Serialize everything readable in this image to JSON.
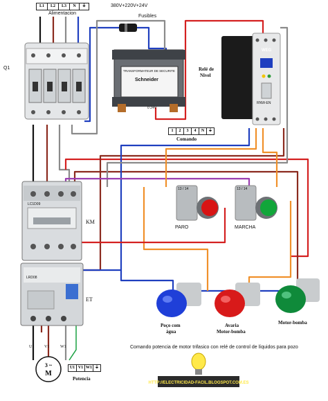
{
  "supply": {
    "terminals": [
      "L1",
      "L2",
      "L3",
      "N",
      "⏚"
    ],
    "caption": "Alimentacion",
    "voltage": "380V+220V+24V"
  },
  "fuse_label": "Fusibles",
  "breaker_label": "Q1",
  "transformer": {
    "title": "TRANSFORMATEUR DE SECURITE",
    "brand": "Schneider",
    "out_label": "0 24V"
  },
  "relay": {
    "label_line1": "Relé de",
    "label_line2": "Nivel",
    "brand": "WEG",
    "model": "RNW-EN"
  },
  "control": {
    "terminals": [
      "1",
      "2",
      "3",
      "4",
      "N",
      "⏚"
    ],
    "caption": "Comando"
  },
  "contactor": {
    "label": "KM",
    "model": "LC1D09"
  },
  "overload": {
    "label": "ET",
    "model": "LRD08"
  },
  "buttons": [
    {
      "label": "PARO",
      "color": "#d81414",
      "contacts": "13 / 14"
    },
    {
      "label": "MARCHA",
      "color": "#12a63a",
      "contacts": "13 / 14"
    }
  ],
  "lamps": [
    {
      "label_line1": "Poço com",
      "label_line2": "água",
      "color": "#1f3fd8"
    },
    {
      "label_line1": "Avaria",
      "label_line2": "Motor-bomba",
      "color": "#d81a1a"
    },
    {
      "label_line1": "Motor-bomba",
      "label_line2": "",
      "color": "#0f8a3a"
    }
  ],
  "motor": {
    "symbol": "3 ~",
    "letter": "M",
    "phases": [
      "U1",
      "V1",
      "W1"
    ]
  },
  "power": {
    "terminals": [
      "U1",
      "V1",
      "W1",
      "⏚"
    ],
    "caption": "Potencia"
  },
  "caption": "Comando potencia de motor trifasico con relé de control de líquidos para pozo",
  "logo_text": "HTTP://ELECTRICIDAD-FACIL.BLOGSPOT.COM.ES",
  "wire_colors": {
    "black": "#111111",
    "brown": "#8b2a1e",
    "grey": "#8a8a8a",
    "blue": "#1f3fbf",
    "red": "#d42020",
    "orange": "#f0902a",
    "purple": "#9a3db0",
    "green": "#18a040"
  }
}
